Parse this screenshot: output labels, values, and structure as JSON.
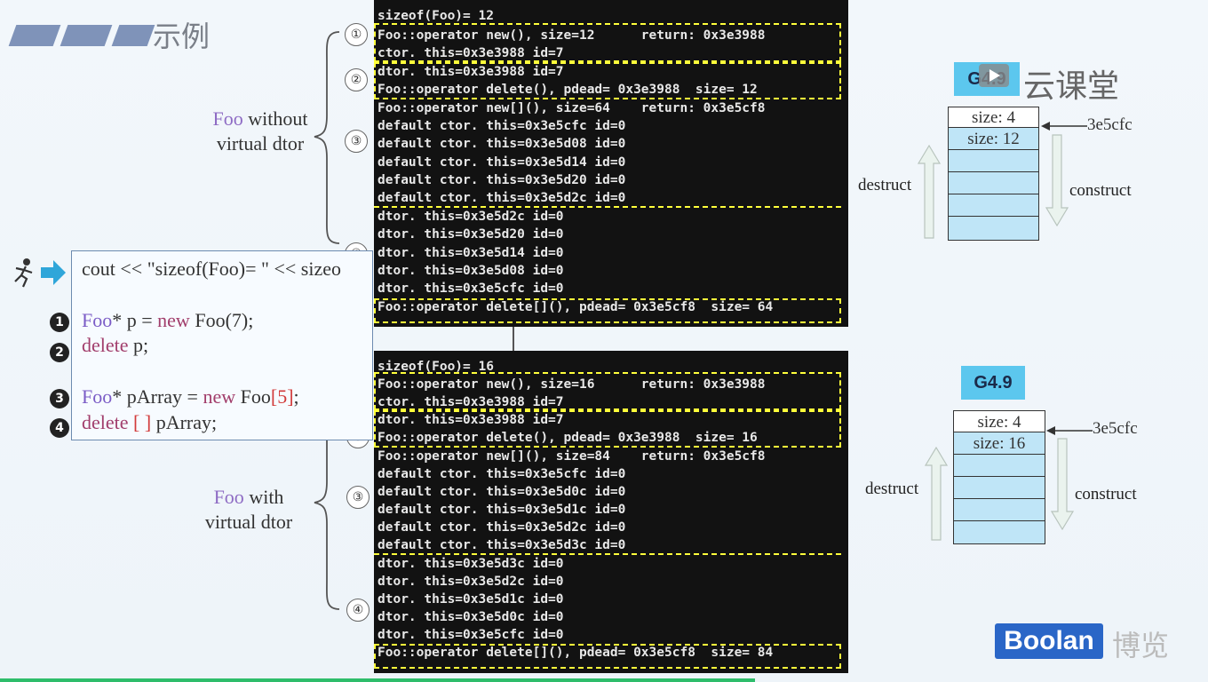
{
  "slide": {
    "title": "示例"
  },
  "top_console": {
    "header": "sizeof(Foo)= 12",
    "lines": [
      "Foo::operator new(), size=12      return: 0x3e3988",
      "ctor. this=0x3e3988 id=7",
      "dtor. this=0x3e3988 id=7",
      "Foo::operator delete(), pdead= 0x3e3988  size= 12",
      "Foo::operator new[](), size=64    return: 0x3e5cf8",
      "default ctor. this=0x3e5cfc id=0",
      "default ctor. this=0x3e5d08 id=0",
      "default ctor. this=0x3e5d14 id=0",
      "default ctor. this=0x3e5d20 id=0",
      "default ctor. this=0x3e5d2c id=0",
      "dtor. this=0x3e5d2c id=0",
      "dtor. this=0x3e5d20 id=0",
      "dtor. this=0x3e5d14 id=0",
      "dtor. this=0x3e5d08 id=0",
      "dtor. this=0x3e5cfc id=0",
      "Foo::operator delete[](), pdead= 0x3e5cf8  size= 64"
    ]
  },
  "bottom_console": {
    "header": "sizeof(Foo)= 16",
    "lines": [
      "Foo::operator new(), size=16      return: 0x3e3988",
      "ctor. this=0x3e3988 id=7",
      "dtor. this=0x3e3988 id=7",
      "Foo::operator delete(), pdead= 0x3e3988  size= 16",
      "Foo::operator new[](), size=84    return: 0x3e5cf8",
      "default ctor. this=0x3e5cfc id=0",
      "default ctor. this=0x3e5d0c id=0",
      "default ctor. this=0x3e5d1c id=0",
      "default ctor. this=0x3e5d2c id=0",
      "default ctor. this=0x3e5d3c id=0",
      "dtor. this=0x3e5d3c id=0",
      "dtor. this=0x3e5d2c id=0",
      "dtor. this=0x3e5d1c id=0",
      "dtor. this=0x3e5d0c id=0",
      "dtor. this=0x3e5cfc id=0",
      "Foo::operator delete[](), pdead= 0x3e5cf8  size= 84"
    ]
  },
  "markers": [
    "①",
    "②",
    "③",
    "④"
  ],
  "labels": {
    "without_foo": "Foo",
    "without_rest": "without",
    "without_line2": "virtual dtor",
    "with_foo": "Foo",
    "with_rest": "with",
    "with_line2": "virtual dtor"
  },
  "code": {
    "line0": "cout << \"sizeof(Foo)= \" << sizeo",
    "l1_type": "Foo",
    "l1_rest": "* p = ",
    "l1_new": "new",
    "l1_end": " Foo(7);",
    "l2_kw": "delete",
    "l2_rest": " p;",
    "l3_type": "Foo",
    "l3_rest": "* pArray = ",
    "l3_new": "new",
    "l3_mid": " Foo",
    "l3_idx": "[5]",
    "l3_end": ";",
    "l4_kw": "delete",
    "l4_br": " [ ]",
    "l4_rest": " pArray;",
    "bullets": [
      "1",
      "2",
      "3",
      "4"
    ]
  },
  "top_diagram": {
    "badge": "G4.9",
    "cells": [
      "size: 4",
      "size: 12",
      "",
      "",
      "",
      ""
    ],
    "address": "3e5cfc",
    "destruct": "destruct",
    "construct": "construct"
  },
  "bottom_diagram": {
    "badge": "G4.9",
    "cells": [
      "size: 4",
      "size: 16",
      "",
      "",
      "",
      ""
    ],
    "address": "3e5cfc",
    "destruct": "destruct",
    "construct": "construct"
  },
  "brand": {
    "cloud": "云课堂",
    "boolan": "Boolan",
    "bolan_cn": "博览"
  }
}
